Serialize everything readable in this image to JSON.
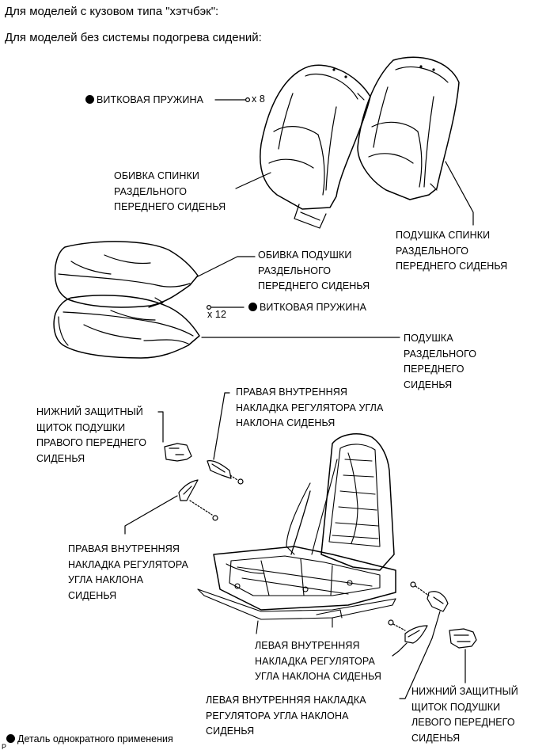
{
  "header": {
    "line1": "Для моделей с кузовом типа \"хэтчбэк\":",
    "line2": "Для моделей без системы подогрева сидений:"
  },
  "labels": {
    "spring_top": "ВИТКОВАЯ ПРУЖИНА",
    "spring_top_qty": "x 8",
    "back_cover": "ОБИВКА СПИНКИ\nРАЗДЕЛЬНОГО\nПЕРЕДНЕГО СИДЕНЬЯ",
    "back_pad": "ПОДУШКА СПИНКИ\nРАЗДЕЛЬНОГО\nПЕРЕДНЕГО СИДЕНЬЯ",
    "cushion_cover": "ОБИВКА ПОДУШКИ\nРАЗДЕЛЬНОГО\nПЕРЕДНЕГО СИДЕНЬЯ",
    "spring_mid": "ВИТКОВАЯ ПРУЖИНА",
    "spring_mid_qty": "x 12",
    "cushion_pad": "ПОДУШКА\nРАЗДЕЛЬНОГО\nПЕРЕДНЕГО\nСИДЕНЬЯ",
    "right_inner_cover_top": "ПРАВАЯ ВНУТРЕННЯЯ\nНАКЛАДКА РЕГУЛЯТОРА УГЛА\nНАКЛОНА СИДЕНЬЯ",
    "right_lower_shield": "НИЖНИЙ ЗАЩИТНЫЙ\nЩИТОК ПОДУШКИ\nПРАВОГО ПЕРЕДНЕГО\nСИДЕНЬЯ",
    "right_inner_cover_left": "ПРАВАЯ ВНУТРЕННЯЯ\nНАКЛАДКА РЕГУЛЯТОРА\nУГЛА НАКЛОНА\nСИДЕНЬЯ",
    "left_inner_cover_mid": "ЛЕВАЯ ВНУТРЕННЯЯ\nНАКЛАДКА РЕГУЛЯТОРА\nУГЛА НАКЛОНА СИДЕНЬЯ",
    "left_inner_cover_bottom": "ЛЕВАЯ ВНУТРЕННЯЯ НАКЛАДКА\nРЕГУЛЯТОРА УГЛА НАКЛОНА\nСИДЕНЬЯ",
    "left_lower_shield": "НИЖНИЙ ЗАЩИТНЫЙ\nЩИТОК ПОДУШКИ\nЛЕВОГО ПЕРЕДНЕГО\nСИДЕНЬЯ"
  },
  "legend": {
    "text": "Деталь однократного применения",
    "corner_mark": "P"
  }
}
